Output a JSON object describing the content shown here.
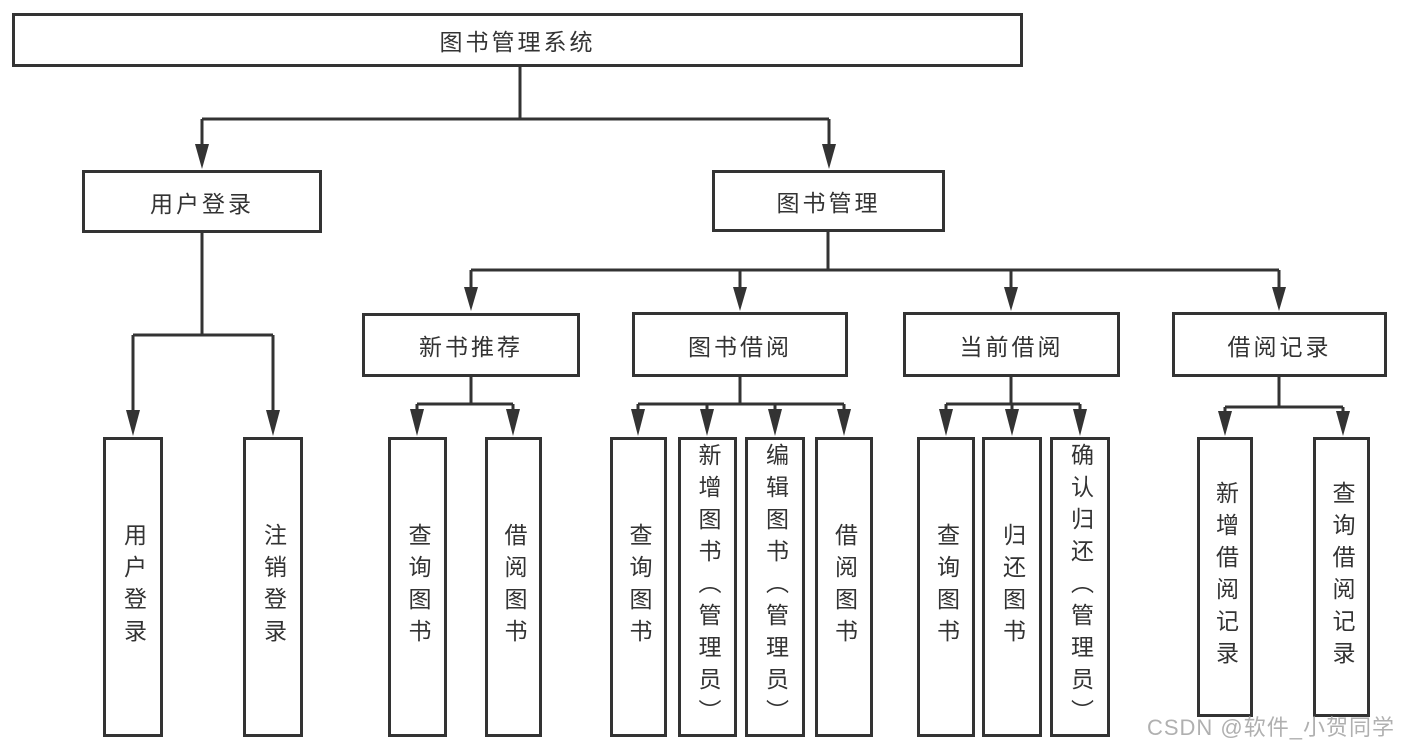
{
  "colors": {
    "background": "#ffffff",
    "box_border": "#333333",
    "line": "#333333",
    "text": "#333333",
    "watermark": "#b0b0b0"
  },
  "tree": {
    "label": "图书管理系统",
    "children": [
      {
        "label": "用户登录",
        "children": [
          {
            "label": "用户登录"
          },
          {
            "label": "注销登录"
          }
        ]
      },
      {
        "label": "图书管理",
        "children": [
          {
            "label": "新书推荐",
            "children": [
              {
                "label": "查询图书"
              },
              {
                "label": "借阅图书"
              }
            ]
          },
          {
            "label": "图书借阅",
            "children": [
              {
                "label": "查询图书"
              },
              {
                "label": "新增图书（管理员）"
              },
              {
                "label": "编辑图书（管理员）"
              },
              {
                "label": "借阅图书"
              }
            ]
          },
          {
            "label": "当前借阅",
            "children": [
              {
                "label": "查询图书"
              },
              {
                "label": "归还图书"
              },
              {
                "label": "确认归还（管理员）"
              }
            ]
          },
          {
            "label": "借阅记录",
            "children": [
              {
                "label": "新增借阅记录"
              },
              {
                "label": "查询借阅记录"
              }
            ]
          }
        ]
      }
    ]
  },
  "watermark": {
    "text": "CSDN @软件_小贺同学"
  }
}
